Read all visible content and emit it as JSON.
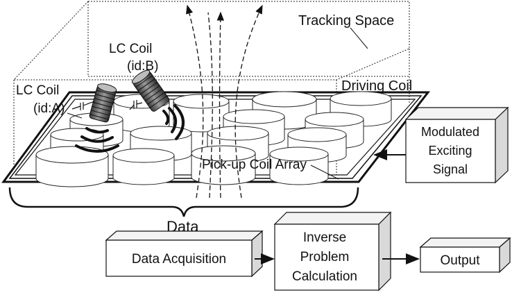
{
  "labels": {
    "tracking_space": "Tracking Space",
    "lc_coil_b_name": "LC Coil",
    "lc_coil_b_id": "(id:B)",
    "lc_coil_a_name": "LC Coil",
    "lc_coil_a_id": "(id:A)",
    "driving_coil": "Driving Coil",
    "pickup_array": "Pick-up Coil Array",
    "modulated_line1": "Modulated",
    "modulated_line2": "Exciting",
    "modulated_line3": "Signal",
    "data": "Data",
    "data_acquisition": "Data Acquisition",
    "inverse_line1": "Inverse",
    "inverse_line2": "Problem",
    "inverse_line3": "Calculation",
    "output": "Output"
  }
}
